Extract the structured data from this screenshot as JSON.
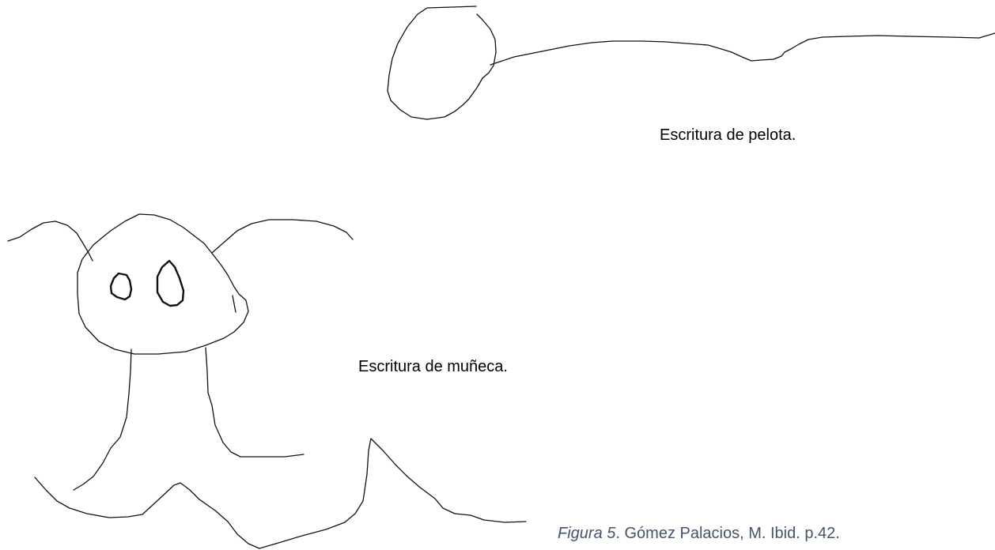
{
  "captions": {
    "pelota": "Escritura de pelota.",
    "muneca": "Escritura de muñeca."
  },
  "figure": {
    "label": "Figura 5",
    "source": ". Gómez Palacios, M. Ibid. p.42."
  },
  "colors": {
    "ink": "#111111",
    "figure_caption": "#44546a"
  }
}
